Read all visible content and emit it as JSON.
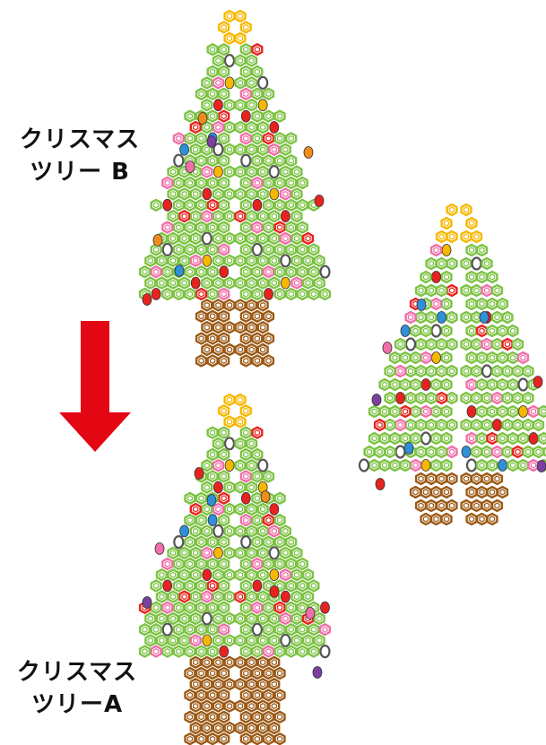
{
  "labels": {
    "tree_b": [
      "クリスマス",
      "ツリー B"
    ],
    "tree_a": [
      "クリスマス",
      "ツリーA"
    ]
  },
  "colors": {
    "green": "#7cc243",
    "pink": "#f06fa8",
    "red": "#e8231f",
    "orange": "#f08c1a",
    "gold": "#f5b800",
    "brown": "#9b5a16",
    "blue": "#2f8fd8",
    "purple": "#7b3fa0",
    "white": "#8b8b8b",
    "arrow": "#e30613"
  },
  "icons": [
    "down-arrow-icon"
  ]
}
